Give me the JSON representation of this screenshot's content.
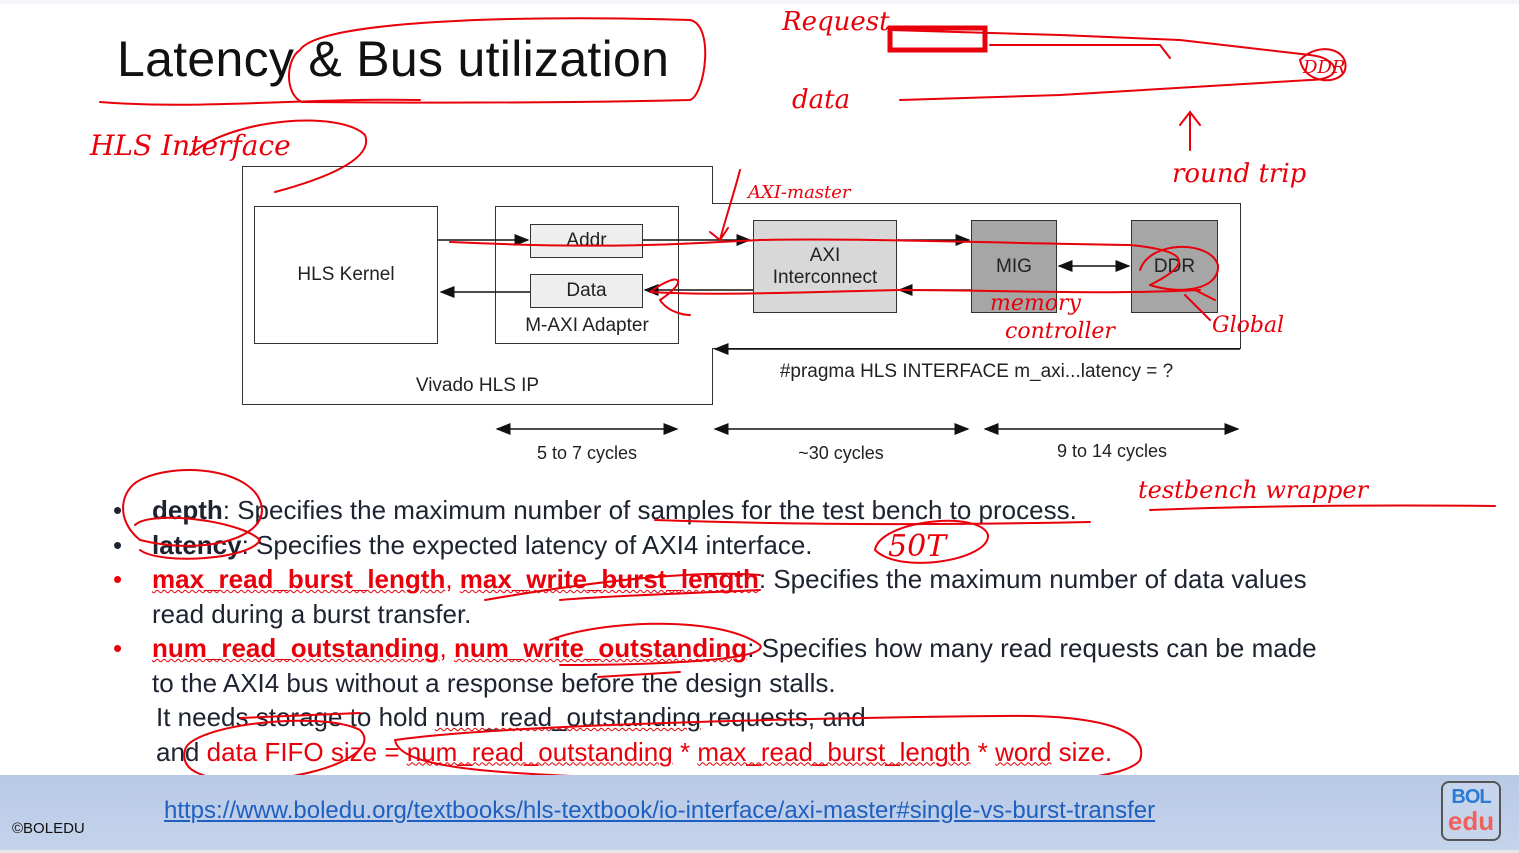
{
  "slide": {
    "title": "Latency & Bus utilization"
  },
  "diagram": {
    "outer_box_label": "Vivado HLS IP",
    "hls_kernel": "HLS Kernel",
    "adapter_label": "M-AXI Adapter",
    "addr": "Addr",
    "data": "Data",
    "axi_interconnect_line1": "AXI",
    "axi_interconnect_line2": "Interconnect",
    "mig": "MIG",
    "ddr": "DDR",
    "pragma": "#pragma HLS INTERFACE m_axi...latency = ?",
    "cycles": [
      "5 to 7 cycles",
      "~30 cycles",
      "9 to 14 cycles"
    ],
    "colors": {
      "interconnect": "#d8d8d8",
      "mig_ddr": "#a6a6a6",
      "small_box": "#eeeeee"
    }
  },
  "bullets": [
    {
      "term": "depth",
      "text": ": Specifies the maximum number of samples for the test bench to process."
    },
    {
      "term": "latency",
      "text": ": Specifies the expected latency of AXI4 interface."
    },
    {
      "term": "max_read_burst_length",
      "sep": ", ",
      "term2": "max_write_burst_length",
      "text": ": Specifies the maximum number of data values",
      "text2": "read during a burst transfer."
    },
    {
      "term": "num_read_outstanding",
      "sep": ", ",
      "term2": "num_write_outstanding",
      "text": ": Specifies how many read requests can be made",
      "text2": "to the AXI4 bus without a response before the design stalls."
    }
  ],
  "notes": {
    "line1_a": "It needs storage to hold ",
    "line1_b": "num_read_outstanding",
    "line1_c": " requests, and",
    "line2_a": "and ",
    "line2_b": "data FIFO size = ",
    "line2_c": "num_read_outstanding",
    "line2_d": " * ",
    "line2_e": "max_read_burst_length",
    "line2_f": " * ",
    "line2_g": "word",
    "line2_h": " size."
  },
  "footer": {
    "copyright": "©BOLEDU",
    "link": "https://www.boledu.org/textbooks/hls-textbook/io-interface/axi-master#single-vs-burst-transfer",
    "logo_top": "BOL",
    "logo_bottom": "edu"
  },
  "annotations": {
    "request": "Request",
    "data": "data",
    "ddr": "DDR",
    "round_trip": "round trip",
    "hls_interface": "HLS Interface",
    "axi_master": "AXI-master",
    "memory_controller_1": "memory",
    "memory_controller_2": "controller",
    "global": "Global",
    "testbench_wrapper": "testbench wrapper",
    "fifty_t": "50T",
    "ink_color": "#e8000b"
  }
}
